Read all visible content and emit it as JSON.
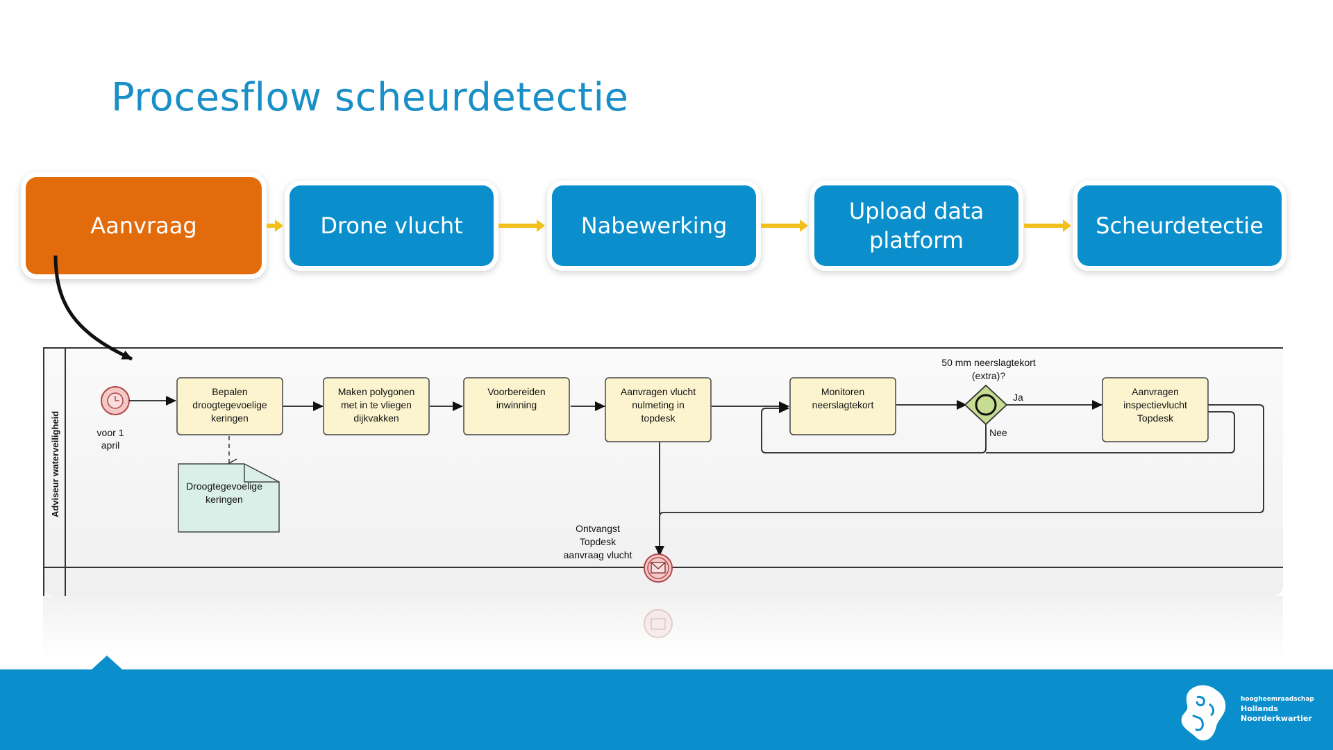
{
  "title": "Procesflow scheurdetectie",
  "colors": {
    "accent_blue": "#0b8fcc",
    "active_orange": "#e26b0c",
    "connector_yellow": "#f3bf1a",
    "task_fill": "#fbf4cf",
    "doc_fill": "#d9efe8",
    "event_fill": "#f5c8c8",
    "gateway_fill": "#c7dc93"
  },
  "process_steps": [
    {
      "label": "Aanvraag",
      "active": true
    },
    {
      "label": "Drone vlucht",
      "active": false
    },
    {
      "label": "Nabewerking",
      "active": false
    },
    {
      "label": "Upload data platform",
      "active": false
    },
    {
      "label": "Scheurdetectie",
      "active": false
    }
  ],
  "bpmn": {
    "lane_label": "Adviseur waterveiligheid",
    "start_event_label": "voor 1 april",
    "tasks": [
      "Bepalen droogtegevoelige keringen",
      "Maken polygonen met in te vliegen dijkvakken",
      "Voorbereiden inwinning",
      "Aanvragen vlucht nulmeting in topdesk",
      "Monitoren neerslagtekort",
      "Aanvragen inspectievlucht Topdesk"
    ],
    "document": "Droogtegevoelige keringen",
    "gateway_question": "50 mm neerslagtekort (extra)?",
    "gateway_yes": "Ja",
    "gateway_no": "Nee",
    "message_event_label": "Ontvangst Topdesk aanvraag vlucht"
  },
  "footer": {
    "logo": "hhnk-logo-icon",
    "brand_lines": [
      "hoogheemraadschap",
      "Hollands",
      "Noorderkwartier"
    ]
  }
}
